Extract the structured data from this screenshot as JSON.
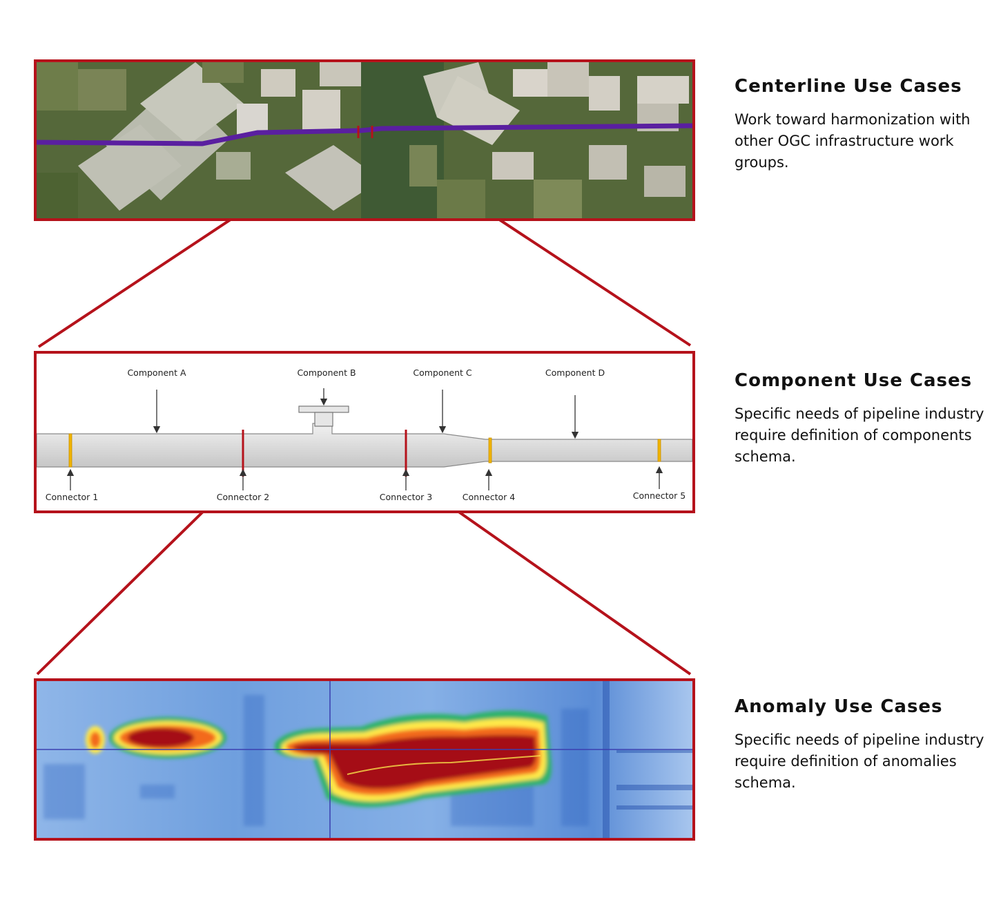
{
  "sections": [
    {
      "title": "Centerline Use Cases",
      "description": "Work toward harmonization with other OGC infrastructure work groups."
    },
    {
      "title": "Component Use Cases",
      "description": "Specific needs of pipeline industry require definition of components schema."
    },
    {
      "title": "Anomaly Use Cases",
      "description": "Specific needs of pipeline industry require definition of anomalies schema."
    }
  ],
  "components": {
    "labels": [
      "Component A",
      "Component B",
      "Component C",
      "Component D"
    ],
    "connectors": [
      "Connector 1",
      "Connector 2",
      "Connector 3",
      "Connector 4",
      "Connector 5"
    ]
  },
  "colors": {
    "frame": "#b5121b",
    "centerline": "#5a1fa0",
    "connector_band": "#f0b400",
    "heat_low": "#3a7bd5",
    "heat_high": "#a50f15"
  }
}
